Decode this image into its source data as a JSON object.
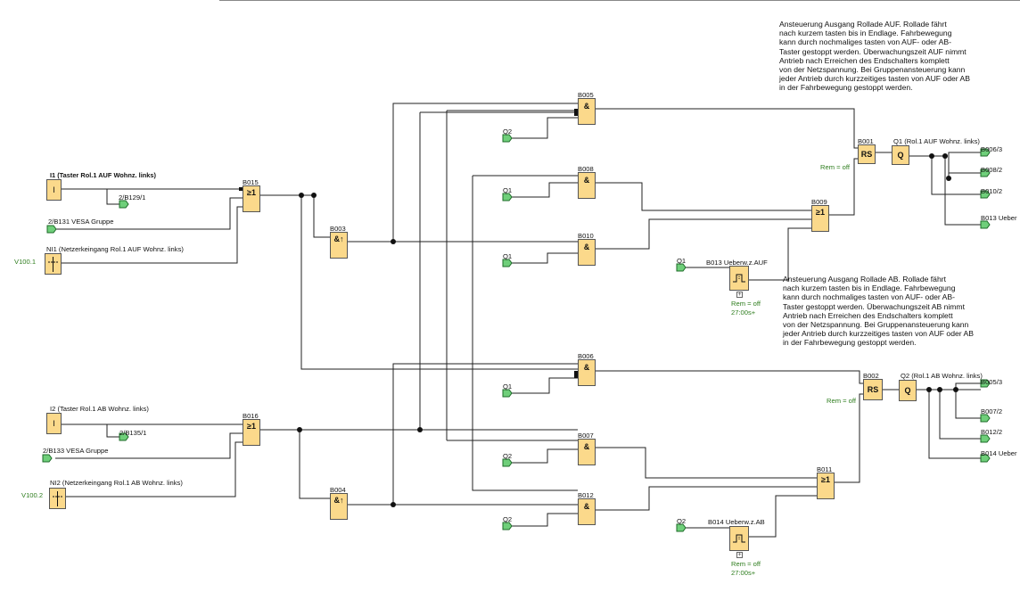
{
  "notes": {
    "auf": "Ansteuerung Ausgang Rollade AUF. Rollade fährt\nnach kurzem tasten bis in Endlage. Fahrbewegung\nkann durch nochmaliges tasten von AUF- oder AB-\nTaster gestoppt werden. Überwachungszeit AUF nimmt\nAntrieb nach Erreichen des Endschalters komplett\nvon der Netzspannung. Bei Gruppenansteuerung kann\njeder Antrieb durch kurzzeitiges tasten von AUF oder AB\nin der Fahrbewegung gestoppt werden.",
    "ab": "Ansteuerung Ausgang Rollade AB. Rollade fährt\nnach kurzem tasten bis in Endlage. Fahrbewegung\nkann durch nochmaliges tasten von AUF- oder AB-\nTaster gestoppt werden. Überwachungszeit AB nimmt\nAntrieb nach Erreichen des Endschalters komplett\nvon der Netzspannung. Bei Gruppenansteuerung kann\njeder Antrieb durch kurzzeitiges tasten von AUF oder AB\nin der Fahrbewegung gestoppt werden."
  },
  "inputs": {
    "i1": {
      "name": "I1 (Taster Rol.1 AUF Wohnz. links)",
      "symbol": "I"
    },
    "i1_ref": "2/B129/1",
    "vesa1": "2/B131 VESA Gruppe",
    "ni1": {
      "name": "NI1 (Netzerkeingang Rol.1 AUF Wohnz. links)",
      "value": "V100.1"
    },
    "i2": {
      "name": "I2 (Taster Rol.1 AB Wohnz. links)",
      "symbol": "I"
    },
    "i2_ref": "2/B135/1",
    "vesa2": "2/B133 VESA Gruppe",
    "ni2": {
      "name": "NI2  (Netzerkeingang Rol.1 AB Wohnz. links)",
      "value": "V100.2"
    }
  },
  "blocks": {
    "b015": {
      "name": "B015",
      "symbol": "≥1"
    },
    "b016": {
      "name": "B016",
      "symbol": "≥1"
    },
    "b003": {
      "name": "B003",
      "symbol": "&↑"
    },
    "b004": {
      "name": "B004",
      "symbol": "&↑"
    },
    "b005": {
      "name": "B005",
      "symbol": "&"
    },
    "b008": {
      "name": "B008",
      "symbol": "&"
    },
    "b010": {
      "name": "B010",
      "symbol": "&"
    },
    "b006": {
      "name": "B006",
      "symbol": "&"
    },
    "b007": {
      "name": "B007",
      "symbol": "&"
    },
    "b012": {
      "name": "B012",
      "symbol": "&"
    },
    "b009": {
      "name": "B009",
      "symbol": "≥1"
    },
    "b011": {
      "name": "B011",
      "symbol": "≥1"
    },
    "b001": {
      "name": "B001",
      "symbol": "RS",
      "rem": "Rem = off"
    },
    "b002": {
      "name": "B002",
      "symbol": "RS",
      "rem": "Rem = off"
    },
    "b013": {
      "name": "B013 Ueberw.z.AUF",
      "rem": "Rem = off",
      "time": "27:00s+"
    },
    "b014": {
      "name": "B014 Ueberw.z.AB",
      "rem": "Rem = off",
      "time": "27:00s+"
    }
  },
  "outputs": {
    "q1": {
      "name": "Q1 (Rol.1 AUF Wohnz. links)",
      "symbol": "Q"
    },
    "q2": {
      "name": "Q2 (Rol.1 AB Wohnz. links)",
      "symbol": "Q"
    }
  },
  "flags": {
    "q2_b005": "Q2",
    "q1_b008": "Q1",
    "q1_b010": "Q1",
    "q1_b013": "Q1",
    "q1_b006": "Q1",
    "q2_b007": "Q2",
    "q2_b012": "Q2",
    "q2_b014": "Q2"
  },
  "refs_q1": [
    "B006/3",
    "B008/2",
    "B010/2",
    "B013 Ueber"
  ],
  "refs_q2": [
    "B005/3",
    "B007/2",
    "B012/2",
    "B014 Ueber"
  ]
}
